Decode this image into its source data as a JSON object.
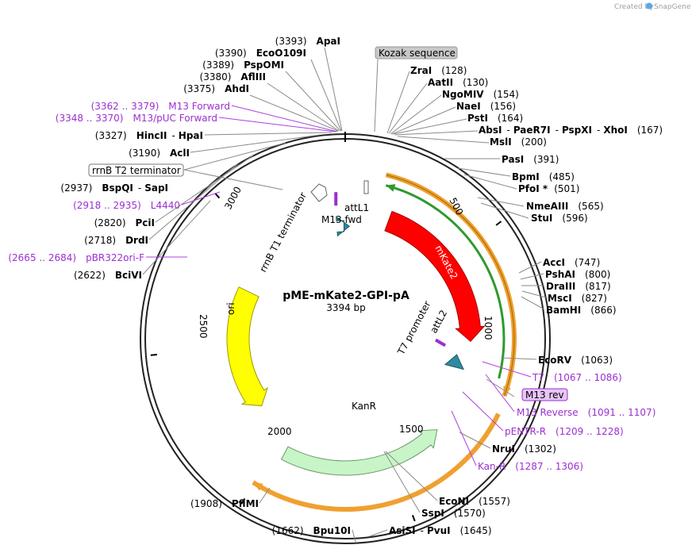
{
  "brand": {
    "created_by": "Created by",
    "name": "SnapGene"
  },
  "plasmid": {
    "name": "pME-mKate2-GPI-pA",
    "length_label": "3394 bp"
  },
  "ticks": [
    "500",
    "1000",
    "1500",
    "2000",
    "2500",
    "3000"
  ],
  "features": {
    "mkate2": "mKate2",
    "kanr": "KanR",
    "ori": "ori",
    "attl1": "attL1",
    "m13fwd": "M13 fwd",
    "rrnb_t1": "rrnB T1 terminator",
    "t7": "T7 promoter",
    "attl2": "attL2"
  },
  "boxed": {
    "kozak": "Kozak sequence",
    "rrnb_t2": "rrnB T2 terminator",
    "m13rev": "M13 rev"
  },
  "sites_right": [
    {
      "name": "ZraI",
      "pos": "(128)"
    },
    {
      "name": "AatII",
      "pos": "(130)"
    },
    {
      "name": "NgoMIV",
      "pos": "(154)"
    },
    {
      "name": "NaeI",
      "pos": "(156)"
    },
    {
      "name": "PstI",
      "pos": "(164)"
    },
    {
      "name": "AbsI",
      "pos": "(167)"
    },
    {
      "name": "MslI",
      "pos": "(200)"
    },
    {
      "name": "PasI",
      "pos": "(391)"
    },
    {
      "name": "BpmI",
      "pos": "(485)"
    },
    {
      "name": "PfoI *",
      "pos": "(501)"
    },
    {
      "name": "NmeAIII",
      "pos": "(565)"
    },
    {
      "name": "StuI",
      "pos": "(596)"
    },
    {
      "name": "AccI",
      "pos": "(747)"
    },
    {
      "name": "PshAI",
      "pos": "(800)"
    },
    {
      "name": "DraIII",
      "pos": "(817)"
    },
    {
      "name": "MscI",
      "pos": "(827)"
    },
    {
      "name": "BamHI",
      "pos": "(866)"
    },
    {
      "name": "EcoRV",
      "pos": "(1063)"
    },
    {
      "name": "NruI",
      "pos": "(1302)"
    },
    {
      "name": "EcoNI",
      "pos": "(1557)"
    },
    {
      "name": "SspI",
      "pos": "(1570)"
    },
    {
      "name": "PvuI",
      "pos": "(1645)"
    }
  ],
  "abs_extra": {
    "paer7i": "PaeR7I",
    "pspxi": "PspXI",
    "xhoi": "XhoI",
    "dash": "-"
  },
  "asisi": "AsiSI",
  "sites_left": [
    {
      "pos": "(3393)",
      "name": "ApaI"
    },
    {
      "pos": "(3390)",
      "name": "EcoO109I"
    },
    {
      "pos": "(3389)",
      "name": "PspOMI"
    },
    {
      "pos": "(3380)",
      "name": "AflIII"
    },
    {
      "pos": "(3375)",
      "name": "AhdI"
    },
    {
      "pos": "(3327)",
      "name": "HincII"
    },
    {
      "pos": "(3190)",
      "name": "AclI"
    },
    {
      "pos": "(2937)",
      "name": "BspQI"
    },
    {
      "pos": "(2820)",
      "name": "PciI"
    },
    {
      "pos": "(2718)",
      "name": "DrdI"
    },
    {
      "pos": "(2622)",
      "name": "BciVI"
    },
    {
      "pos": "(1908)",
      "name": "PflMI"
    },
    {
      "pos": "(1662)",
      "name": "Bpu10I"
    }
  ],
  "hpai": "HpaI",
  "sapi": "SapI",
  "primers": [
    {
      "range": "(3362 .. 3379)",
      "name": "M13 Forward"
    },
    {
      "range": "(3348 .. 3370)",
      "name": "M13/pUC Forward"
    },
    {
      "range": "(2918 .. 2935)",
      "name": "L4440"
    },
    {
      "range": "(2665 .. 2684)",
      "name": "pBR322ori-F"
    },
    {
      "name": "T7",
      "range": "(1067 .. 1086)"
    },
    {
      "name": "M13 Reverse",
      "range": "(1091 .. 1107)"
    },
    {
      "name": "pENTR-R",
      "range": "(1209 .. 1228)"
    },
    {
      "name": "Kan-R",
      "range": "(1287 .. 1306)"
    }
  ]
}
